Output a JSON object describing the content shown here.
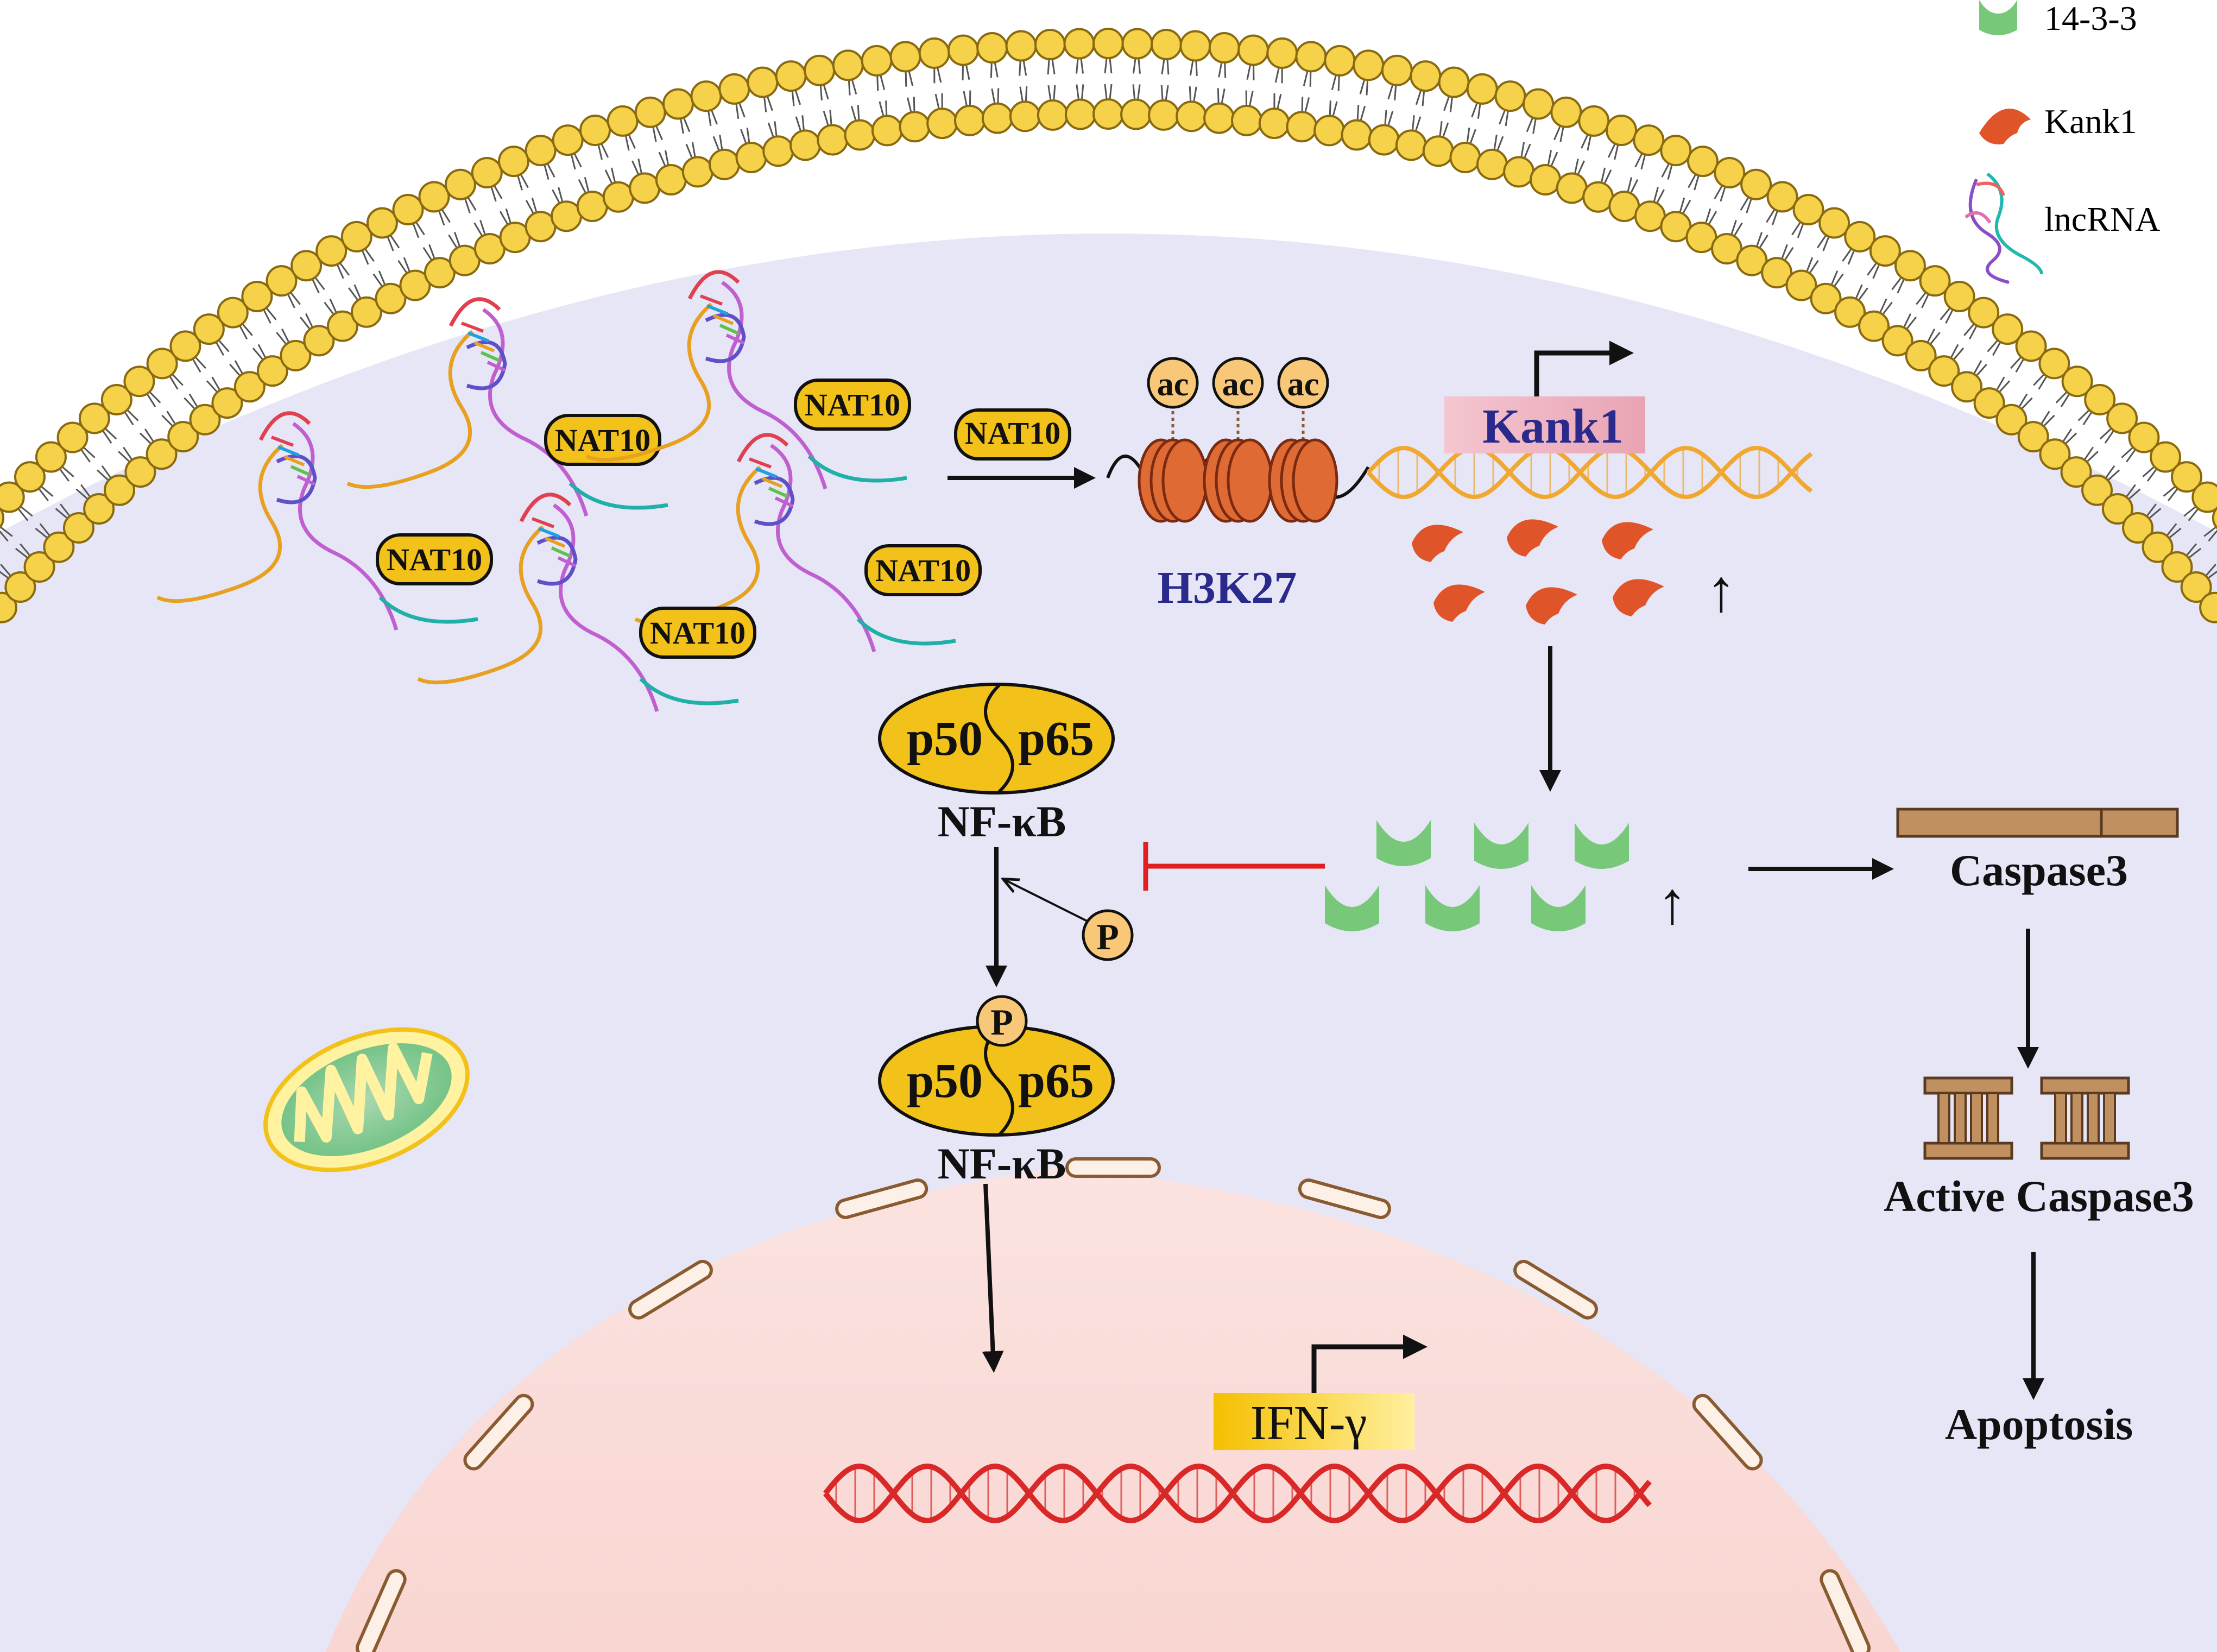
{
  "legend": {
    "items": [
      {
        "icon": "14-3-3-protein-icon",
        "label": "14-3-3"
      },
      {
        "icon": "kank1-protein-icon",
        "label": "Kank1"
      },
      {
        "icon": "lncrna-icon",
        "label": "lncRNA"
      }
    ]
  },
  "nat10_label": "NAT10",
  "ac_label": "ac",
  "h3k27_label": "H3K27",
  "kank1_gene_label": "Kank1",
  "nfkb": {
    "p50": "p50",
    "p65": "p65",
    "label": "NF-κB",
    "phospho": "P"
  },
  "caspase3_label": "Caspase3",
  "active_caspase3_label": "Active Caspase3",
  "apoptosis_label": "Apoptosis",
  "ifn_label": "IFN-γ",
  "up_arrow": "↑",
  "colors": {
    "cytoplasm": "#e8e8f8",
    "nucleus": "#fbe2e2",
    "lipid_head": "#f5d24a",
    "nat10_fill": "#f2c21a",
    "kank1_protein": "#e0542a",
    "protein_1433": "#78c87a",
    "inhibit_red": "#e02020",
    "dna_orange": "#f0a830",
    "dna_red": "#d82828",
    "caspase_tan": "#c09060",
    "text_blue": "#2a2a8c"
  }
}
